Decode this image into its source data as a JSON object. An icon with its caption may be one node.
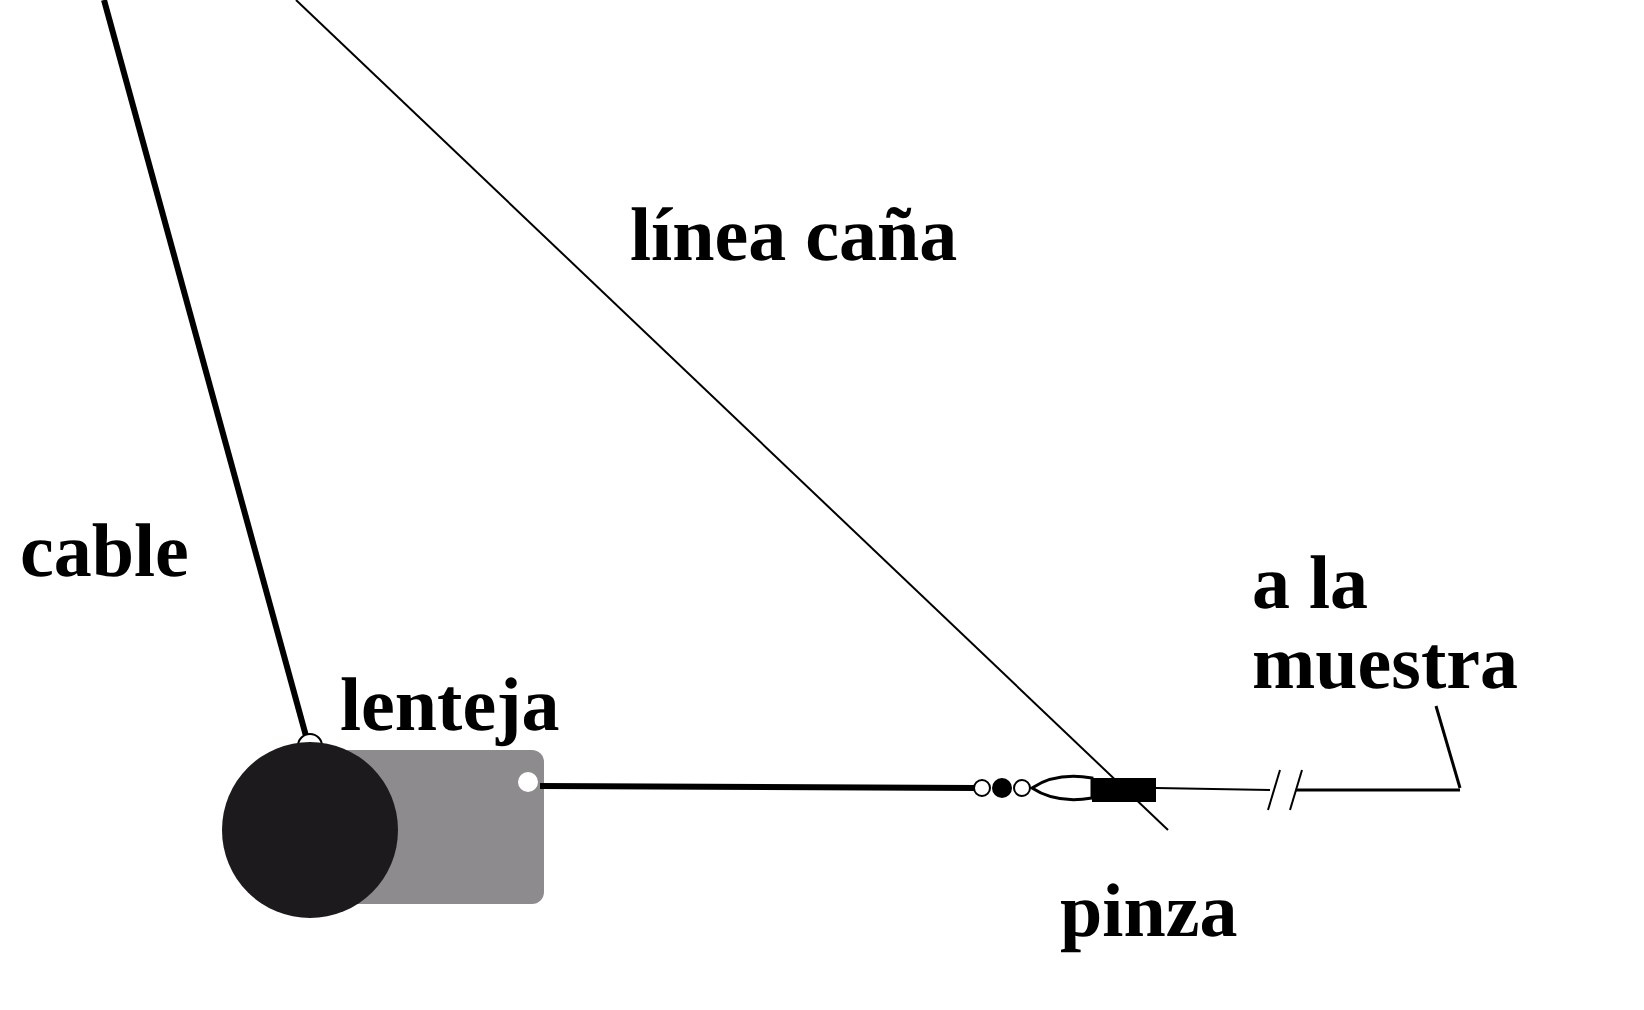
{
  "diagram": {
    "nodes": [
      {
        "text": [
          "a la muestra"
        ]
      },
      {
        "text": [],
        "shape": "line"
      }
    ],
    "edges": [
      {
        "from": 0,
        "to": 1,
        "arrow": "none"
      }
    ],
    "labels": [
      "línea caña",
      "cable",
      "lenteja",
      "pinza"
    ]
  }
}
